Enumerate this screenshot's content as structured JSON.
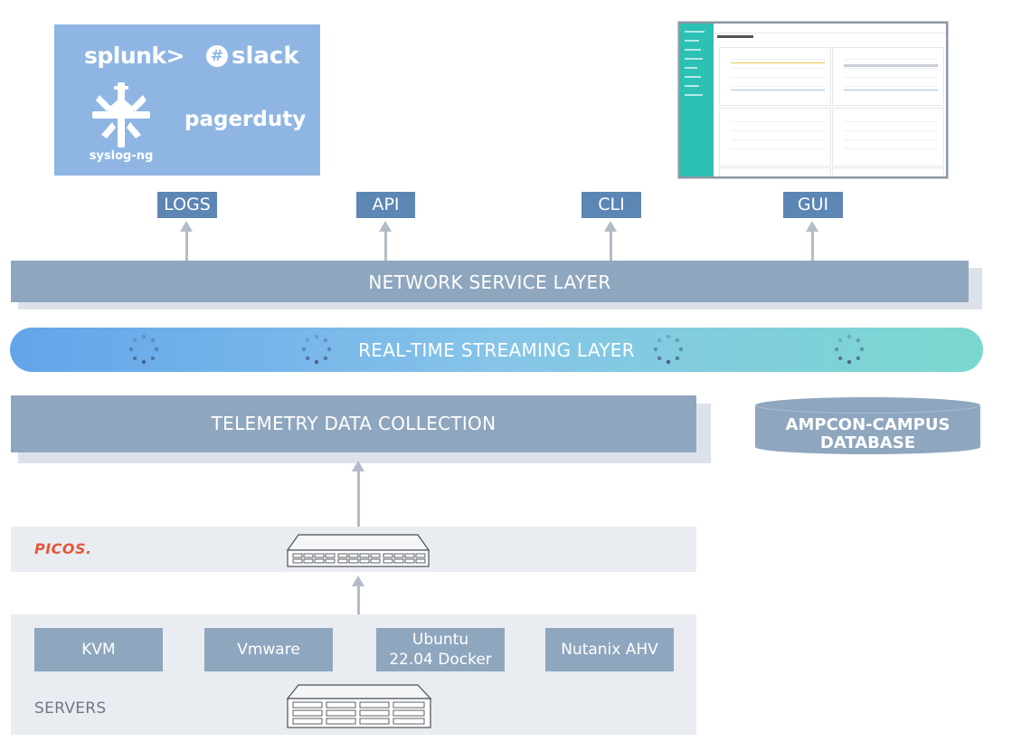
{
  "integrations": {
    "splunk": "splunk>",
    "slack": "slack",
    "syslog": "syslog-ng",
    "pagerduty": "pagerduty"
  },
  "interfaces": {
    "logs": "LOGS",
    "api": "API",
    "cli": "CLI",
    "gui": "GUI"
  },
  "layers": {
    "network_service": "NETWORK SERVICE LAYER",
    "streaming": "REAL-TIME STREAMING LAYER",
    "telemetry": "TELEMETRY DATA COLLECTION"
  },
  "database": {
    "line1": "AMPCON-CAMPUS",
    "line2": "DATABASE"
  },
  "picos": {
    "logo": "PICOS."
  },
  "servers": {
    "label": "SERVERS",
    "items": [
      "KVM",
      "Vmware",
      "Ubuntu\n22.04 Docker",
      "Nutanix AHV"
    ]
  },
  "colors": {
    "layer_fill": "#8fa6bf",
    "tab_fill": "#5c86b4",
    "integrations_fill": "#8fb6e3",
    "stream_start": "#63a4ea",
    "stream_end": "#7ad8cf",
    "band_fill": "#e9ecf1",
    "picos_brand": "#e2583a",
    "arrow": "#b3bcc8"
  }
}
